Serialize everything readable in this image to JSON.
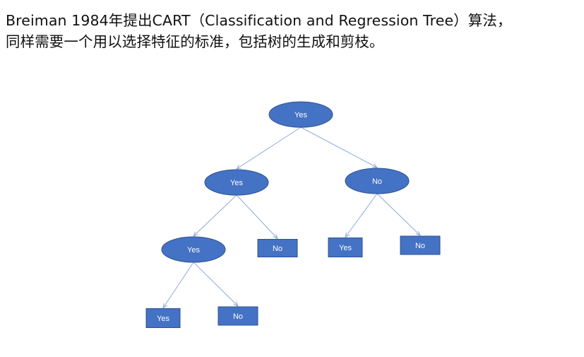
{
  "slide": {
    "line1": "Breiman 1984年提出CART（Classification and Regression Tree）算法，",
    "line2": "同样需要一个用以选择特征的标准，包括树的生成和剪枝。"
  },
  "colors": {
    "node_fill": "#4472C4",
    "node_stroke": "#2F528F",
    "edge": "#8FA9DC",
    "label": "#FFFFFF"
  },
  "tree": {
    "nodes": [
      {
        "id": "root",
        "shape": "ellipse",
        "label": "Yes"
      },
      {
        "id": "l1-left",
        "shape": "ellipse",
        "label": "Yes"
      },
      {
        "id": "l1-right",
        "shape": "ellipse",
        "label": "No"
      },
      {
        "id": "l2-left",
        "shape": "ellipse",
        "label": "Yes"
      },
      {
        "id": "l2-mid",
        "shape": "rect",
        "label": "No"
      },
      {
        "id": "l2-right-a",
        "shape": "rect",
        "label": "Yes"
      },
      {
        "id": "l2-right-b",
        "shape": "rect",
        "label": "No"
      },
      {
        "id": "l3-left",
        "shape": "rect",
        "label": "Yes"
      },
      {
        "id": "l3-right",
        "shape": "rect",
        "label": "No"
      }
    ],
    "edges": [
      {
        "from": "root",
        "to": "l1-left"
      },
      {
        "from": "root",
        "to": "l1-right"
      },
      {
        "from": "l1-left",
        "to": "l2-left"
      },
      {
        "from": "l1-left",
        "to": "l2-mid"
      },
      {
        "from": "l1-right",
        "to": "l2-right-a"
      },
      {
        "from": "l1-right",
        "to": "l2-right-b"
      },
      {
        "from": "l2-left",
        "to": "l3-left"
      },
      {
        "from": "l2-left",
        "to": "l3-right"
      }
    ]
  }
}
